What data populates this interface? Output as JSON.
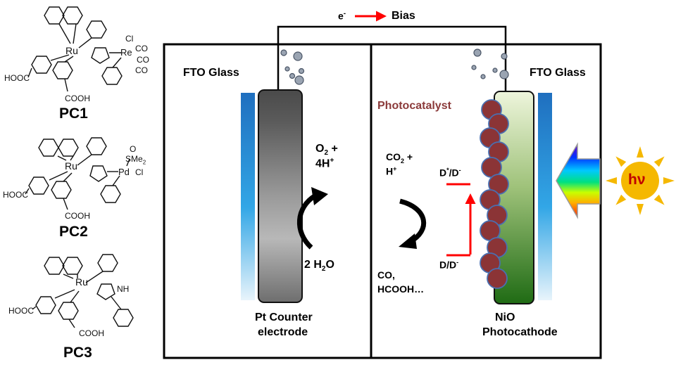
{
  "bias": {
    "electron": "e",
    "electron_sup": "-",
    "label": "Bias"
  },
  "left_cell": {
    "glass_label": "FTO Glass",
    "electrode_label_1": "Pt Counter",
    "electrode_label_2": "electrode",
    "product_o2": "O",
    "product_o2_sub": "2",
    "product_o2_plus": " +",
    "product_h": "4H",
    "product_h_sup": "+",
    "reactant": "2 H",
    "reactant_sub": "2",
    "reactant_o": "O"
  },
  "right_cell": {
    "glass_label": "FTO Glass",
    "photocatalyst_label": "Photocatalyst",
    "reactant_co2": "CO",
    "reactant_co2_sub": "2",
    "reactant_co2_plus": " +",
    "reactant_h": "H",
    "reactant_h_sup": "+",
    "product_line1": "CO,",
    "product_line2": "HCOOH…",
    "level_upper": "D",
    "level_upper_sup1": "*",
    "level_upper_mid": "/D",
    "level_upper_sup2": "-",
    "level_lower": "D/D",
    "level_lower_sup": "-",
    "electrode_label_1": "NiO",
    "electrode_label_2": "Photocathode",
    "sun_label": "hν"
  },
  "photocatalysts": [
    {
      "name": "PC1",
      "metal": "Ru",
      "second_metal": "Re",
      "ligands": [
        "Cl",
        "CO",
        "CO",
        "CO"
      ],
      "acid_left": "HOOC",
      "acid_bottom": "COOH"
    },
    {
      "name": "PC2",
      "metal": "Ru",
      "second_metal": "Pd",
      "ligands": [
        "O",
        "SMe",
        "Cl"
      ],
      "ligand_sub": "2",
      "acid_left": "HOOC",
      "acid_bottom": "COOH"
    },
    {
      "name": "PC3",
      "metal": "Ru",
      "nh": "NH",
      "acid_left": "HOOC",
      "acid_bottom": "COOH"
    }
  ],
  "colors": {
    "glass_blue": "#1f78c8",
    "photocatalyst_text": "#8b3a3a",
    "particle": "#8b3436",
    "particle_edge": "#4a6fb0",
    "nio_green": "#2f7d1e",
    "arrow_red": "#ff0000",
    "sun": "#f5b800"
  }
}
